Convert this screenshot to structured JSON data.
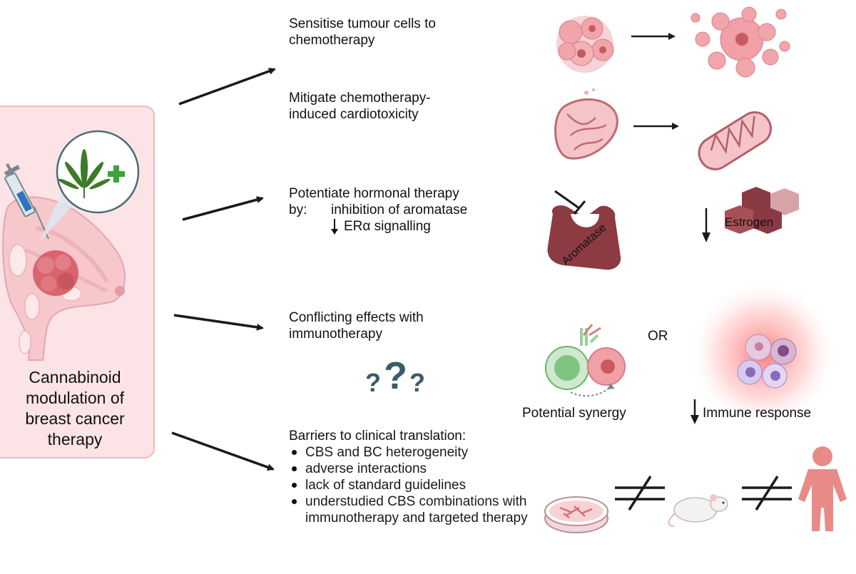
{
  "left_panel": {
    "lines": [
      "Cannabinoid",
      "modulation of",
      "breast cancer",
      "therapy"
    ]
  },
  "effects": {
    "sensitise": [
      "Sensitise tumour cells to",
      "chemotherapy"
    ],
    "cardio": [
      "Mitigate chemotherapy-",
      "induced cardiotoxicity"
    ],
    "hormonal": {
      "line1": "Potentiate hormonal therapy",
      "by": "by:",
      "item1": "inhibition of aromatase",
      "item2": "ERα signalling"
    },
    "immuno": [
      "Conflicting effects with",
      "immunotherapy"
    ],
    "barriers": {
      "title": "Barriers to clinical translation:",
      "items": [
        "CBS and BC heterogeneity",
        "adverse interactions",
        "lack of standard guidelines",
        "understudied CBS combinations with immunotherapy and targeted therapy"
      ]
    }
  },
  "labels": {
    "aromatase": "Aromatase",
    "estrogen": "Estrogen",
    "or": "OR",
    "synergy": "Potential synergy",
    "immune": "Immune response",
    "question_marks": "?"
  },
  "colors": {
    "panel_fill": "#fbe3e6",
    "aromatase": "#8c3b43",
    "estrogen": "#8a3a42",
    "cell_pink": "#f2a0a6",
    "question": "#3c5a6a",
    "plus": "#3aa33a"
  }
}
